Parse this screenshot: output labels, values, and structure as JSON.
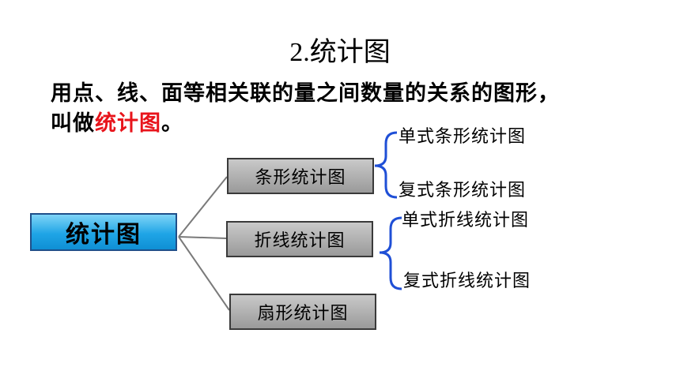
{
  "title": {
    "number": "2.",
    "text": "统计图"
  },
  "description": {
    "line1": "用点、线、面等相关联的量之间数量的关系的图形，",
    "line2_prefix": "叫做",
    "line2_highlight": "统计图",
    "line2_suffix": "。",
    "highlight_color": "#e8141b"
  },
  "diagram": {
    "root": "统计图",
    "branches": [
      {
        "label": "条形统计图",
        "children": [
          "单式条形统计图",
          "复式条形统计图"
        ]
      },
      {
        "label": "折线统计图",
        "children": [
          "单式折线统计图",
          "复式折线统计图"
        ]
      },
      {
        "label": "扇形统计图",
        "children": []
      }
    ],
    "colors": {
      "root_fill": "#1fa5e6",
      "branch_fill": "#9a9a9a",
      "connector": "#7a7a7a",
      "brace": "#1f4fd6"
    }
  }
}
